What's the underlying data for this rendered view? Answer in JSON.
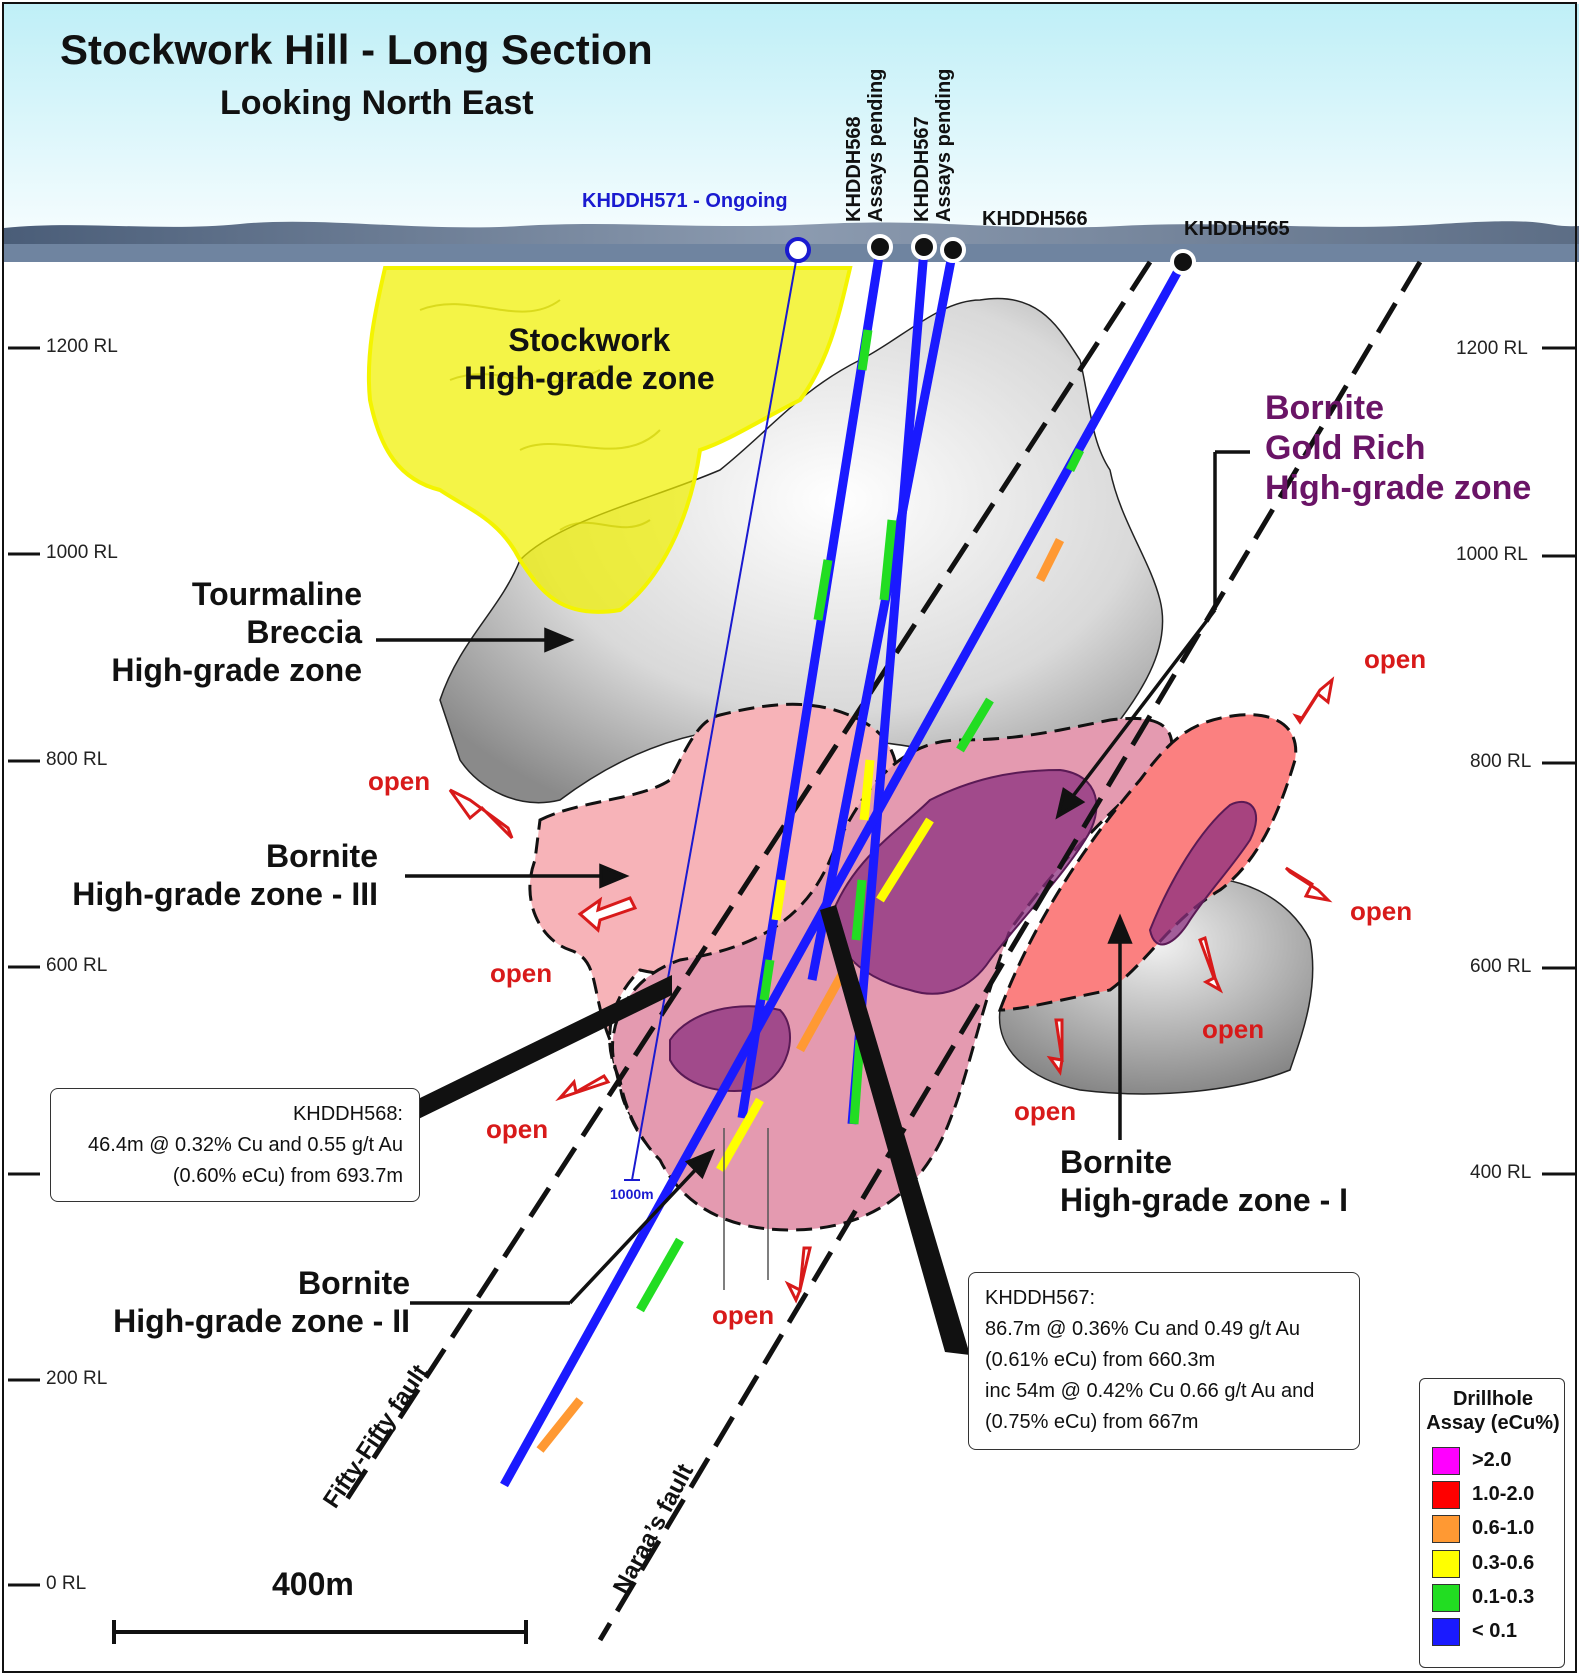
{
  "title": "Stockwork Hill  - Long Section",
  "subtitle": "Looking North East",
  "rl_labels": [
    "1200 RL",
    "1000 RL",
    "800 RL",
    "600 RL",
    "400 RL",
    "200 RL",
    "0 RL"
  ],
  "zones": {
    "stockwork": [
      "Stockwork",
      "High-grade zone"
    ],
    "tourmaline": [
      "Tourmaline",
      "Breccia",
      "High-grade zone"
    ],
    "bornite_gold": [
      "Bornite",
      "Gold Rich",
      "High-grade zone"
    ],
    "bornite_3": [
      "Bornite",
      "High-grade zone - III"
    ],
    "bornite_2": [
      "Bornite",
      "High-grade zone - II"
    ],
    "bornite_1": [
      "Bornite",
      "High-grade zone - I"
    ]
  },
  "drillholes": {
    "h571": "KHDDH571 - Ongoing",
    "h568": "KHDDH568",
    "h568_status": "Assays pending",
    "h567": "KHDDH567",
    "h567_status": "Assays pending",
    "h566": "KHDDH566",
    "h565": "KHDDH565",
    "depth_1000": "1000m"
  },
  "open_label": "open",
  "callout_568": [
    "KHDDH568:",
    "46.4m @ 0.32% Cu and 0.55 g/t Au",
    "(0.60% eCu) from 693.7m"
  ],
  "callout_567": [
    "KHDDH567:",
    "86.7m @ 0.36% Cu and 0.49 g/t Au",
    "(0.61% eCu) from 660.3m",
    "inc 54m @ 0.42% Cu 0.66 g/t Au and",
    "(0.75% eCu) from 667m"
  ],
  "faults": {
    "fifty": "Fifty-Fifty fault",
    "naraa": "Naraa’s fault"
  },
  "legend": {
    "title": [
      "Drillhole",
      "Assay (eCu%)"
    ],
    "items": [
      {
        "label": ">2.0",
        "color": "#ff00ff"
      },
      {
        "label": "1.0-2.0",
        "color": "#ff0000"
      },
      {
        "label": "0.6-1.0",
        "color": "#ff9933"
      },
      {
        "label": "0.3-0.6",
        "color": "#ffff00"
      },
      {
        "label": "0.1-0.3",
        "color": "#22dd22"
      },
      {
        "label": "< 0.1",
        "color": "#1a1aff"
      }
    ]
  },
  "scale_bar": "400m",
  "colors": {
    "sky": "#c9eef6",
    "stockwork": "#f0f000",
    "bornite_light": "#f7b3b8",
    "bornite_mid": "#e49ab0",
    "bornite_red": "#fb8080",
    "gold_rich": "#8b2f7f",
    "gold_rich_text": "#6a1466",
    "open_text": "#d81a1a",
    "h571_text": "#1a1ad0"
  }
}
